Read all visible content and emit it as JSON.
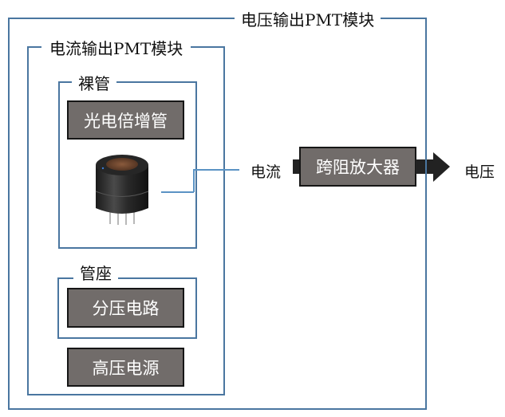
{
  "outer_module": {
    "title": "电压输出PMT模块"
  },
  "inner_module": {
    "title": "电流输出PMT模块"
  },
  "bare_tube": {
    "title": "裸管",
    "component": "光电倍增管",
    "image": "pmt-photo"
  },
  "socket": {
    "title": "管座",
    "component": "分压电路"
  },
  "hv_supply": {
    "label": "高压电源"
  },
  "amplifier": {
    "label": "跨阻放大器",
    "input_label": "电流",
    "output_label": "电压"
  },
  "colors": {
    "frame": "#4a76a0",
    "box_fill": "#716c6a",
    "box_border": "#161616",
    "wire": "#5b93c4",
    "arrow": "#222222"
  }
}
